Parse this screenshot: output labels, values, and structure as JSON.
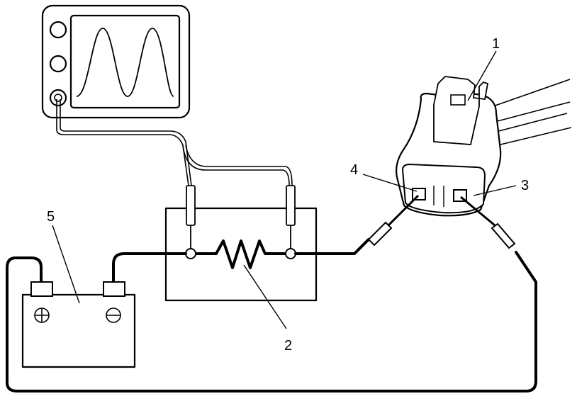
{
  "callouts": {
    "connector": "1",
    "resistor": "2",
    "terminal_right": "3",
    "terminal_left": "4",
    "battery": "5"
  },
  "battery": {
    "positive_symbol": "⊕",
    "negative_symbol": "⊖"
  }
}
